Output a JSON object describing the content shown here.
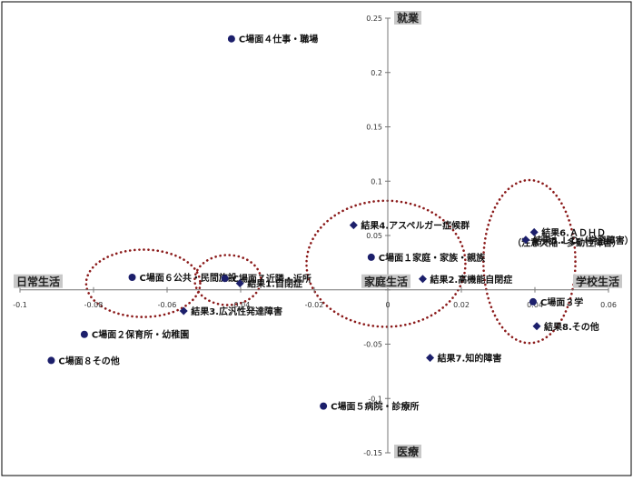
{
  "chart_data": {
    "type": "scatter",
    "title": "",
    "xlim": [
      -0.1,
      0.06
    ],
    "ylim": [
      -0.15,
      0.25
    ],
    "x_ticks": [
      -0.1,
      -0.08,
      -0.06,
      -0.04,
      -0.02,
      0,
      0.02,
      0.04,
      0.06
    ],
    "x_tick_labels": [
      "-0.1",
      "-0.08",
      "-0.06",
      "-0.04",
      "-0.02",
      "0",
      "0.02",
      "0.04",
      "0.06"
    ],
    "y_ticks": [
      -0.15,
      -0.1,
      -0.05,
      0,
      0.05,
      0.1,
      0.15,
      0.2,
      0.25
    ],
    "y_tick_labels": [
      "-0.15",
      "-0.1",
      "-0.05",
      "0",
      "0.05",
      "0.1",
      "0.15",
      "0.2",
      "0.25"
    ],
    "axis_labels": {
      "top": "就業",
      "bottom": "医療",
      "left": "日常生活",
      "right": "学校生活",
      "center": "家庭生活"
    },
    "grid": false,
    "series": [
      {
        "marker": "circle",
        "color": "#1c1f6b",
        "points": [
          {
            "label": "C場面４仕事・職場",
            "x": -0.0425,
            "y": 0.231
          },
          {
            "label": "C場面６公共・民間施設",
            "x": -0.0695,
            "y": 0.0115
          },
          {
            "label": "C場面７近隣・近所",
            "x": -0.0443,
            "y": 0.0105
          },
          {
            "label": "C場面１家庭・家族・親族",
            "x": -0.0045,
            "y": 0.03
          },
          {
            "label": "C場面２保育所・幼稚園",
            "x": -0.0825,
            "y": -0.041
          },
          {
            "label": "C場面８その他",
            "x": -0.0915,
            "y": -0.065
          },
          {
            "label": "C場面５病院・診療所",
            "x": -0.0175,
            "y": -0.107
          },
          {
            "label": "C場面３学",
            "x": 0.0395,
            "y": -0.011
          }
        ]
      },
      {
        "marker": "diamond",
        "color": "#1c1f6b",
        "points": [
          {
            "label": "結果4.アスペルガー症候群",
            "x": -0.0093,
            "y": 0.0595
          },
          {
            "label": "結果1.自閉症",
            "x": -0.0402,
            "y": 0.006
          },
          {
            "label": "結果3.広汎性発達障害",
            "x": -0.0555,
            "y": -0.0195
          },
          {
            "label": "結果2.高機能自閉症",
            "x": 0.0095,
            "y": 0.01
          },
          {
            "label": "結果6.ＡＤＨＤ",
            "x": 0.0398,
            "y": 0.053
          },
          {
            "label": "（注意欠陥・多動性障害）",
            "x": null,
            "y": null
          },
          {
            "label": "結果5.ＬＤ（学習障害）",
            "x": 0.0375,
            "y": 0.046
          },
          {
            "label": "結果8.その他",
            "x": 0.0405,
            "y": -0.0335
          },
          {
            "label": "結果7.知的障害",
            "x": 0.0115,
            "y": -0.0625
          }
        ]
      }
    ],
    "annotations": [
      {
        "type": "ellipse",
        "style": "dotted",
        "color": "#8b1a1a",
        "cx": -0.0665,
        "cy": 0.006,
        "rx": 0.0155,
        "ry": 0.031
      },
      {
        "type": "ellipse",
        "style": "dotted",
        "color": "#8b1a1a",
        "cx": -0.0435,
        "cy": 0.009,
        "rx": 0.009,
        "ry": 0.023
      },
      {
        "type": "ellipse",
        "style": "dotted",
        "color": "#8b1a1a",
        "cx": -0.0005,
        "cy": 0.024,
        "rx": 0.0216,
        "ry": 0.058
      },
      {
        "type": "ellipse",
        "style": "dotted",
        "color": "#8b1a1a",
        "cx": 0.0385,
        "cy": 0.026,
        "rx": 0.0125,
        "ry": 0.075
      }
    ]
  }
}
